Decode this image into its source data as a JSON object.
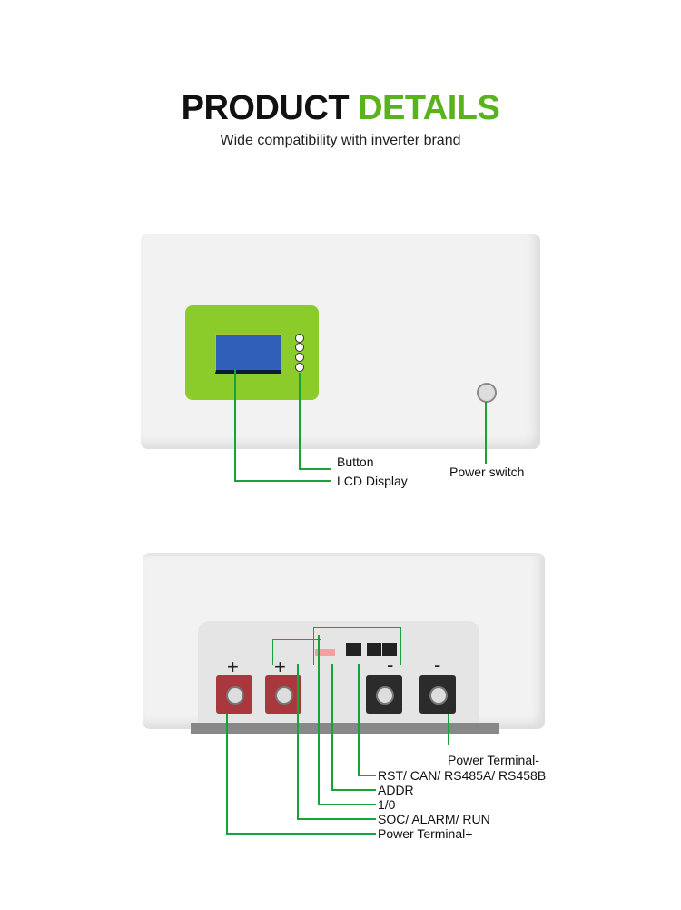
{
  "header": {
    "title_part1": "PRODUCT",
    "title_part2": "DETAILS",
    "subtitle": "Wide compatibility with inverter brand"
  },
  "front_view": {
    "labels": {
      "button": "Button",
      "lcd": "LCD Display",
      "power_switch": "Power switch"
    }
  },
  "rear_view": {
    "labels": {
      "power_terminal_neg": "Power Terminal-",
      "comm_ports": "RST/ CAN/ RS485A/ RS458B",
      "addr": "ADDR",
      "switch": "1/0",
      "indicators": "SOC/ ALARM/ RUN",
      "power_terminal_pos": "Power Terminal+"
    },
    "signs": {
      "plus": "+",
      "minus": "-"
    }
  },
  "colors": {
    "accent": "#5ab31c",
    "line": "#18a33a"
  }
}
